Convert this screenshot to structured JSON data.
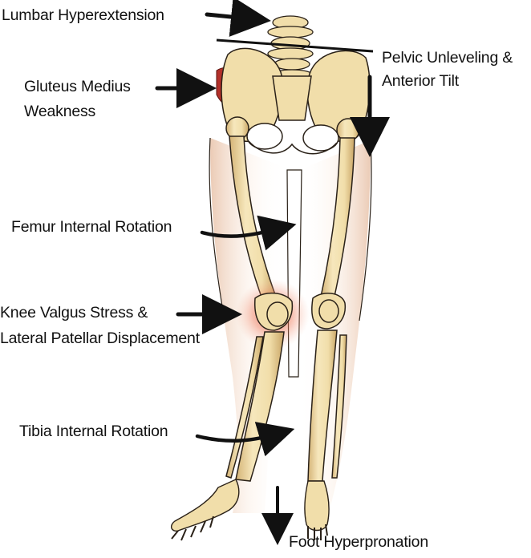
{
  "labels": {
    "lumbar": "Lumbar Hyperextension",
    "pelvic_line1": "Pelvic Unleveling &",
    "pelvic_line2": "Anterior Tilt",
    "gluteus_line1": "Gluteus Medius",
    "gluteus_line2": "Weakness",
    "femur": "Femur Internal Rotation",
    "knee_line1": "Knee Valgus Stress &",
    "knee_line2": "Lateral Patellar Displacement",
    "tibia": "Tibia Internal Rotation",
    "foot": "Foot Hyperpronation"
  },
  "colors": {
    "bone": "#f1deaa",
    "bone_shadow": "#cfae6c",
    "outline": "#2a2118",
    "muscle": "#b3302a",
    "inflammation": "#e0573c",
    "skin_shade": "#f3dccd",
    "arrow": "#111111"
  }
}
